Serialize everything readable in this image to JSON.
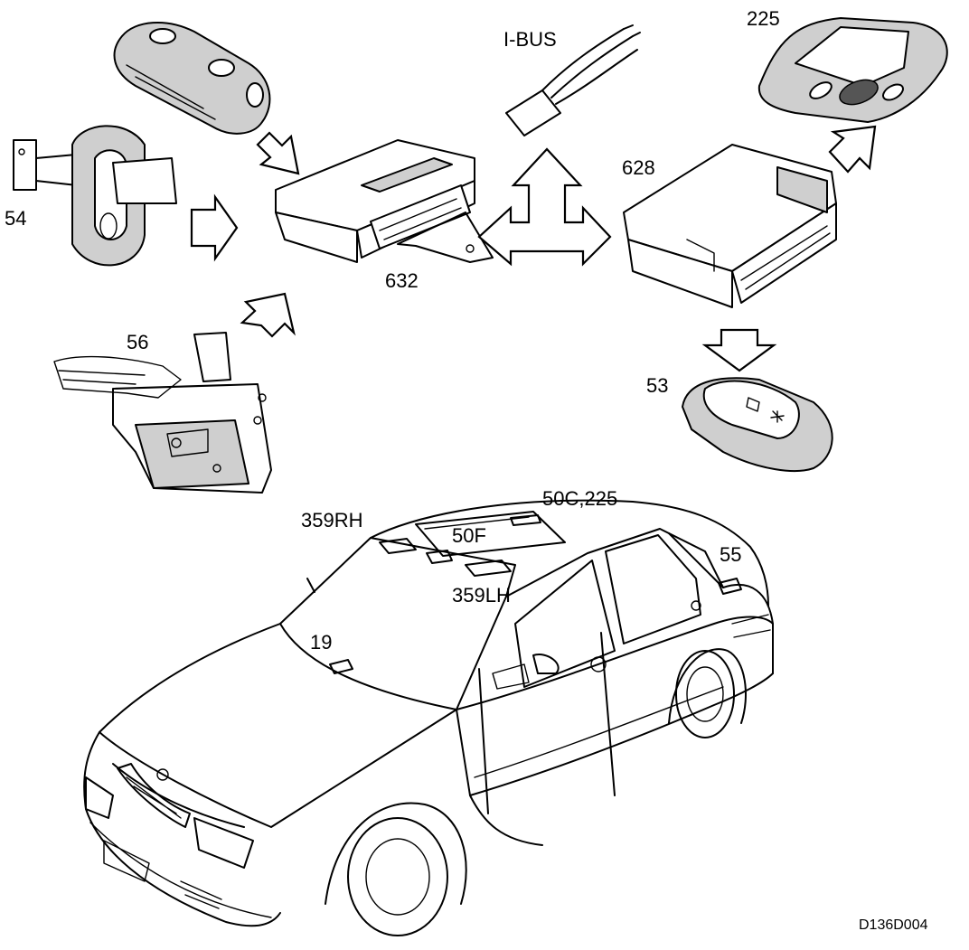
{
  "labels": {
    "ibus": "I-BUS",
    "p225": "225",
    "p628": "628",
    "p632": "632",
    "p54": "54",
    "p56": "56",
    "p53": "53",
    "p50c225": "50C,225",
    "p359rh": "359RH",
    "p50f": "50F",
    "p359lh": "359LH",
    "p55": "55",
    "p19": "19"
  },
  "drawing_code": "D136D004"
}
